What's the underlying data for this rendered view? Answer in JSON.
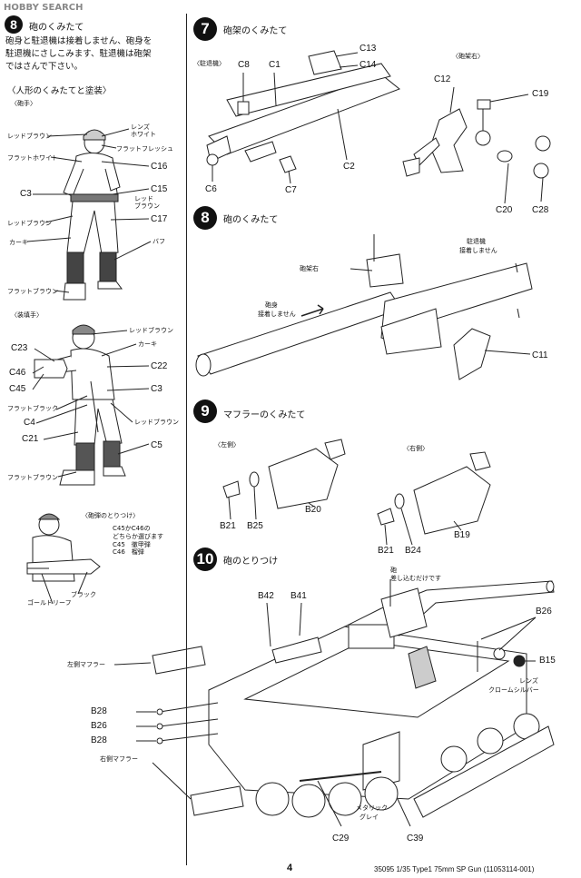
{
  "watermark": "HOBBY SEARCH",
  "left": {
    "step_number": "8",
    "step_title": "砲のくみたて",
    "note_lines": [
      "砲身と駐退機は接着しません、砲身を",
      "駐退機にさしこみます、駐退機は砲架",
      "ではさんで下さい。"
    ],
    "figures_heading": "人形のくみたてと塗装",
    "gunner": {
      "heading": "砲手",
      "labels_left": [
        "レッドブラウン",
        "フラットホワイト",
        "C3",
        "レッドブラウン",
        "カーキ",
        "フラットブラウン"
      ],
      "labels_right": [
        "レンズ",
        "ホワイト",
        "フラットフレッシュ",
        "C16",
        "C15",
        "レッド",
        "ブラウン",
        "C17",
        "バフ"
      ]
    },
    "loader": {
      "heading": "装填手",
      "labels_top": [
        "レッドブラウン",
        "カーキ"
      ],
      "labels_left": [
        "C23",
        "C46",
        "C45",
        "フラットブラック",
        "C4",
        "C21",
        "フラットブラウン"
      ],
      "labels_right": [
        "C22",
        "C3",
        "レッドブラウン",
        "C5"
      ]
    },
    "shell": {
      "heading": "砲弾のとりつけ",
      "notes": [
        "C45かC46の",
        "どちらか選びます",
        "C45　徹甲弾",
        "C46　榴弾"
      ],
      "labels": [
        "ゴールドリーフ",
        "ブラック"
      ]
    }
  },
  "step7": {
    "number": "7",
    "title": "砲架のくみたて",
    "sub_left": "駐退機",
    "sub_right": "砲架右",
    "parts": [
      "C13",
      "C14",
      "C8",
      "C1",
      "C12",
      "C19",
      "C2",
      "C6",
      "C7",
      "C20",
      "C28"
    ]
  },
  "step8": {
    "number": "8",
    "title": "砲のくみたて",
    "labels": [
      "砲架右",
      "駐退機",
      "接着しません",
      "砲身",
      "接着しません"
    ],
    "parts": [
      "C11"
    ]
  },
  "step9": {
    "number": "9",
    "title": "マフラーのくみたて",
    "left_side": "左側",
    "right_side": "右側",
    "parts": [
      "B20",
      "B21",
      "B25",
      "B19",
      "B21",
      "B24"
    ]
  },
  "step10": {
    "number": "10",
    "title": "砲のとりつけ",
    "note_lines": [
      "砲",
      "差し込むだけです"
    ],
    "left_muffler": "左側マフラー",
    "right_muffler": "右側マフラー",
    "lens": [
      "レンズ",
      "クロームシルバー"
    ],
    "metal": [
      "メタリック",
      "グレイ"
    ],
    "parts": [
      "B42",
      "B41",
      "B26",
      "B15",
      "B28",
      "B26",
      "B28",
      "C29",
      "C39"
    ]
  },
  "footer": {
    "page_number": "4",
    "code": "35095  1/35 Type1 75mm SP Gun (11053114-001)"
  }
}
